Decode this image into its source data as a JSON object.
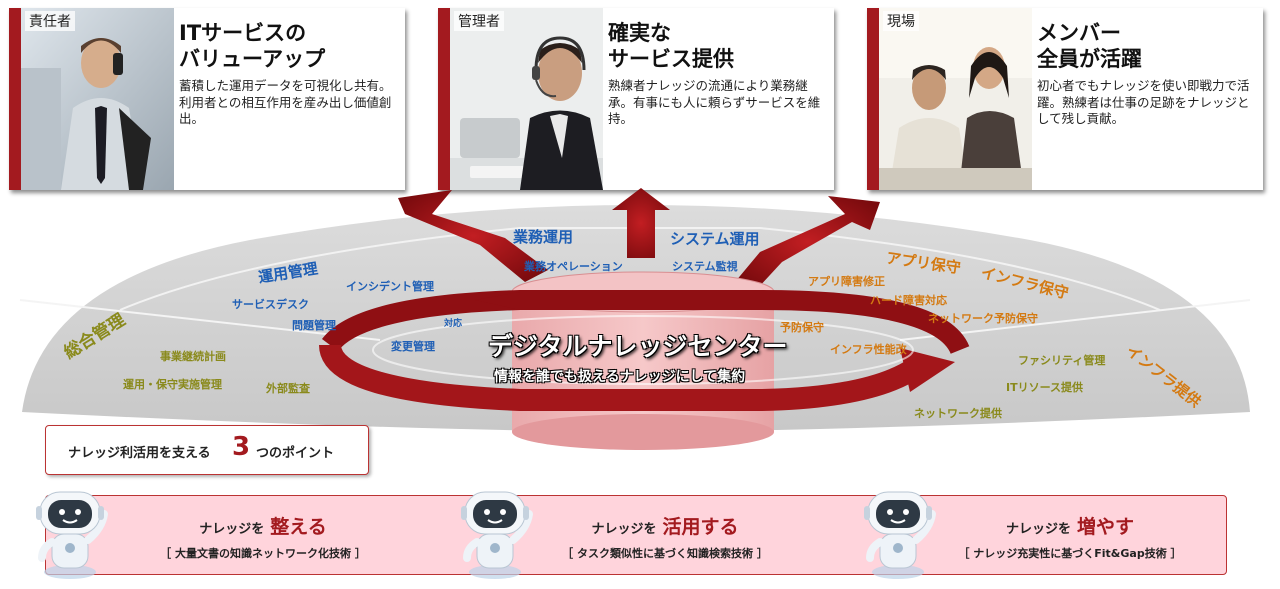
{
  "cards": [
    {
      "role": "責任者",
      "title_l1": "ITサービスの",
      "title_l2": "バリューアップ",
      "desc": "蓄積した運用データを可視化し共有。利用者との相互作用を産み出し価値創出。"
    },
    {
      "role": "管理者",
      "title_l1": "確実な",
      "title_l2": "サービス提供",
      "desc": "熟練者ナレッジの流通により業務継承。有事にも人に頼らずサービスを維持。"
    },
    {
      "role": "現場",
      "title_l1": "メンバー",
      "title_l2": "全員が活躍",
      "desc": "初心者でもナレッジを使い即戦力で活躍。熟練者は仕事の足跡をナレッジとして残し貢献。"
    }
  ],
  "hub": {
    "title": "デジタルナレッジセンター",
    "subtitle": "情報を誰でも扱えるナレッジにして集約"
  },
  "categories": {
    "sogo": "総合管理",
    "unyo": "運用管理",
    "gyomu": "業務運用",
    "system": "システム運用",
    "app": "アプリ保守",
    "infra_hoshu": "インフラ保守",
    "infra_teikyo": "インフラ提供"
  },
  "items": {
    "jigyo": "事業継続計画",
    "unyo_hoshu": "運用・保守実施管理",
    "gaibu": "外部監査",
    "service_desk": "サービスデスク",
    "mondai": "問題管理",
    "incident": "インシデント管理",
    "henko": "変更管理",
    "taio": "対応",
    "gyomu_ope": "業務オペレーション",
    "system_kanshi": "システム監視",
    "app_shogai": "アプリ障害修正",
    "hard_shogai": "ハード障害対応",
    "network_yobo": "ネットワーク予防保守",
    "yobo": "予防保守",
    "infra_seino": "インフラ性能改",
    "facility": "ファシリティ管理",
    "it_resource": "ITリソース提供",
    "network_teikyo": "ネットワーク提供"
  },
  "points_header": {
    "pre": "ナレッジ利活用を支える",
    "num": "3",
    "post": "つのポイント"
  },
  "points": [
    {
      "pre": "ナレッジを",
      "verb": "整える",
      "sub": "［ 大量文書の知識ネットワーク化技術 ］"
    },
    {
      "pre": "ナレッジを",
      "verb": "活用する",
      "sub": "［ タスク類似性に基づく知識検索技術 ］"
    },
    {
      "pre": "ナレッジを",
      "verb": "増やす",
      "sub": "［ ナレッジ充実性に基づくFit&Gap技術 ］"
    }
  ],
  "colors": {
    "accent": "#a31a1f",
    "blue": "#1f5fb5",
    "orange": "#d47a12",
    "olive": "#8a8a1c",
    "band": "#ffd4dc"
  }
}
